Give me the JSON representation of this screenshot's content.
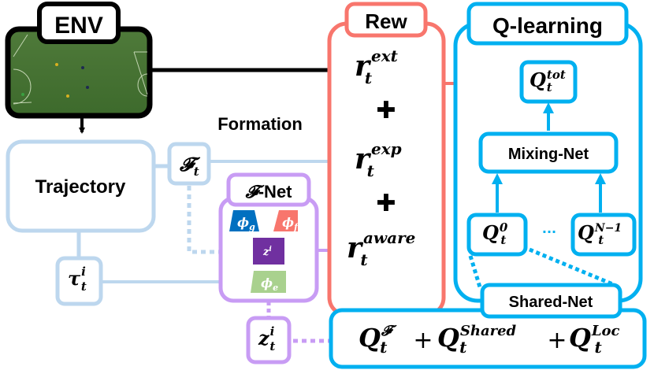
{
  "colors": {
    "light_blue": "#bdd7ee",
    "purple": "#c89cf4",
    "red": "#f8766d",
    "blue": "#00b0f0",
    "black": "#000000",
    "phi_g": "#0070c0",
    "phi_f": "#f8766d",
    "z_block": "#7030a0",
    "phi_e": "#a9d18e"
  },
  "env": {
    "label": "ENV",
    "image_desc": "soccer-field-frame"
  },
  "trajectory": {
    "label": "Trajectory"
  },
  "formation": {
    "label": "Formation",
    "symbol": "𝓕",
    "sub": "t"
  },
  "tau": {
    "base": "τ",
    "sub": "t",
    "sup": "i"
  },
  "fnet": {
    "title_symbol": "𝓕",
    "title_text": "-Net",
    "phi_g": {
      "base": "ϕ",
      "sub": "g"
    },
    "phi_f": {
      "base": "ϕ",
      "sub": "f"
    },
    "z": {
      "base": "z",
      "sup": "i"
    },
    "phi_e": {
      "base": "ϕ",
      "sub": "e"
    }
  },
  "z_out": {
    "base": "z",
    "sub": "t",
    "sup": "i"
  },
  "rew": {
    "title": "Rew",
    "terms": [
      {
        "base": "r",
        "sub": "t",
        "sup": "ext"
      },
      {
        "base": "r",
        "sub": "t",
        "sup": "exp"
      },
      {
        "base": "r",
        "sub": "t",
        "sup": "aware"
      }
    ],
    "plus": "✚"
  },
  "qlearning": {
    "title": "Q-learning",
    "q_tot": {
      "base": "Q",
      "sub": "t",
      "sup": "tot"
    },
    "mixing": "Mixing-Net",
    "q0": {
      "base": "Q",
      "sub": "t",
      "sup": "0"
    },
    "ellipsis": "···",
    "qn": {
      "base": "Q",
      "sub": "t",
      "sup": "N−1"
    }
  },
  "shared_net": {
    "label": "Shared-Net"
  },
  "q_sum": {
    "qf": {
      "base": "Q",
      "sub": "t",
      "sup": "𝓕"
    },
    "plus1": "+",
    "qs": {
      "base": "Q",
      "sub": "t",
      "sup": "Shared"
    },
    "plus2": "+",
    "ql": {
      "base": "Q",
      "sub": "t",
      "sup": "Loc"
    }
  }
}
